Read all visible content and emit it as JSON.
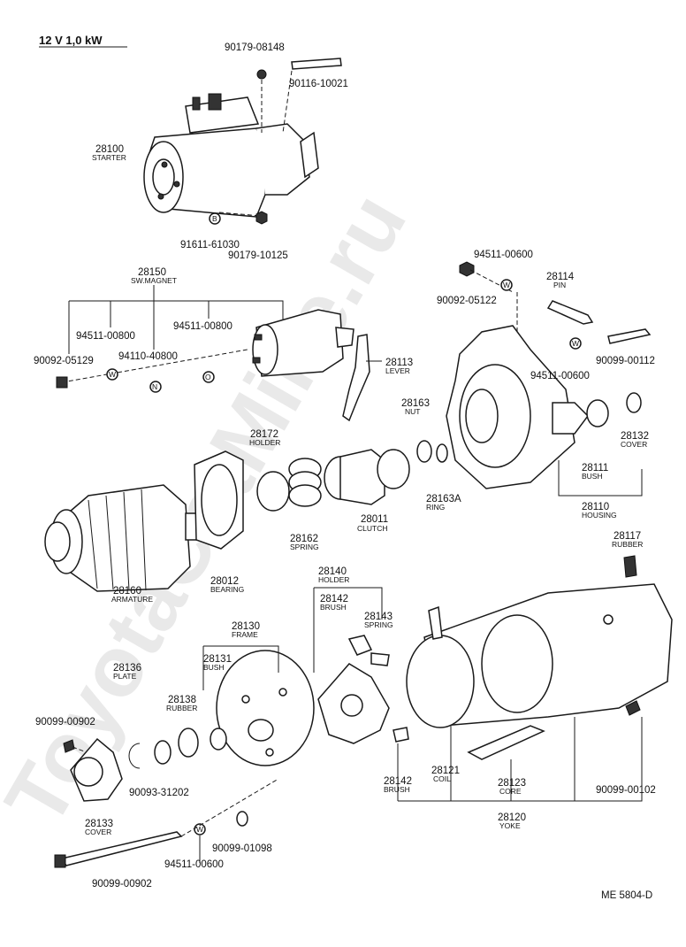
{
  "header": "12 V  1,0 kW",
  "footer_code": "ME  5804-D",
  "watermark": "ToyotaCatMine.ru",
  "parts": {
    "p90179_08148": {
      "number": "90179-08148",
      "name": ""
    },
    "p90116_10021": {
      "number": "90116-10021",
      "name": ""
    },
    "p28100": {
      "number": "28100",
      "name": "STARTER"
    },
    "p91611_61030": {
      "number": "91611-61030",
      "name": ""
    },
    "p90179_10125": {
      "number": "90179-10125",
      "name": ""
    },
    "p28150": {
      "number": "28150",
      "name": "SW.MAGNET"
    },
    "p94511_00600_top": {
      "number": "94511-00600",
      "name": ""
    },
    "p90092_05122": {
      "number": "90092-05122",
      "name": ""
    },
    "p28114": {
      "number": "28114",
      "name": "PIN"
    },
    "p94511_00800_a": {
      "number": "94511-00800",
      "name": ""
    },
    "p94511_00800_b": {
      "number": "94511-00800",
      "name": ""
    },
    "p90092_05129": {
      "number": "90092-05129",
      "name": ""
    },
    "p94110_40800": {
      "number": "94110-40800",
      "name": ""
    },
    "p28113": {
      "number": "28113",
      "name": "LEVER"
    },
    "p90099_00112": {
      "number": "90099-00112",
      "name": ""
    },
    "p94511_00600_mid": {
      "number": "94511-00600",
      "name": ""
    },
    "p28163": {
      "number": "28163",
      "name": "NUT"
    },
    "p28172": {
      "number": "28172",
      "name": "HOLDER"
    },
    "p28132": {
      "number": "28132",
      "name": "COVER"
    },
    "p28111": {
      "number": "28111",
      "name": "BUSH"
    },
    "p28163A": {
      "number": "28163A",
      "name": "RING"
    },
    "p28011": {
      "number": "28011",
      "name": "CLUTCH"
    },
    "p28110": {
      "number": "28110",
      "name": "HOUSING"
    },
    "p28162": {
      "number": "28162",
      "name": "SPRING"
    },
    "p28117": {
      "number": "28117",
      "name": "RUBBER"
    },
    "p28160": {
      "number": "28160",
      "name": "ARMATURE"
    },
    "p28012": {
      "number": "28012",
      "name": "BEARING"
    },
    "p28140": {
      "number": "28140",
      "name": "HOLDER"
    },
    "p28142_top": {
      "number": "28142",
      "name": "BRUSH"
    },
    "p28143": {
      "number": "28143",
      "name": "SPRING"
    },
    "p28130": {
      "number": "28130",
      "name": "FRAME"
    },
    "p28136": {
      "number": "28136",
      "name": "PLATE"
    },
    "p28131": {
      "number": "28131",
      "name": "BUSH"
    },
    "p28138": {
      "number": "28138",
      "name": "RUBBER"
    },
    "p90099_00902_top": {
      "number": "90099-00902",
      "name": ""
    },
    "p90093_31202": {
      "number": "90093-31202",
      "name": ""
    },
    "p28142_bot": {
      "number": "28142",
      "name": "BRUSH"
    },
    "p28121": {
      "number": "28121",
      "name": "COIL"
    },
    "p28123": {
      "number": "28123",
      "name": "CORE"
    },
    "p90099_00102": {
      "number": "90099-00102",
      "name": ""
    },
    "p28133": {
      "number": "28133",
      "name": "COVER"
    },
    "p28120": {
      "number": "28120",
      "name": "YOKE"
    },
    "p90099_01098": {
      "number": "90099-01098",
      "name": ""
    },
    "p94511_00600_bot": {
      "number": "94511-00600",
      "name": ""
    },
    "p90099_00902_bot": {
      "number": "90099-00902",
      "name": ""
    }
  },
  "washer_letters": {
    "w": "W",
    "n": "N",
    "o": "O",
    "b": "B"
  }
}
